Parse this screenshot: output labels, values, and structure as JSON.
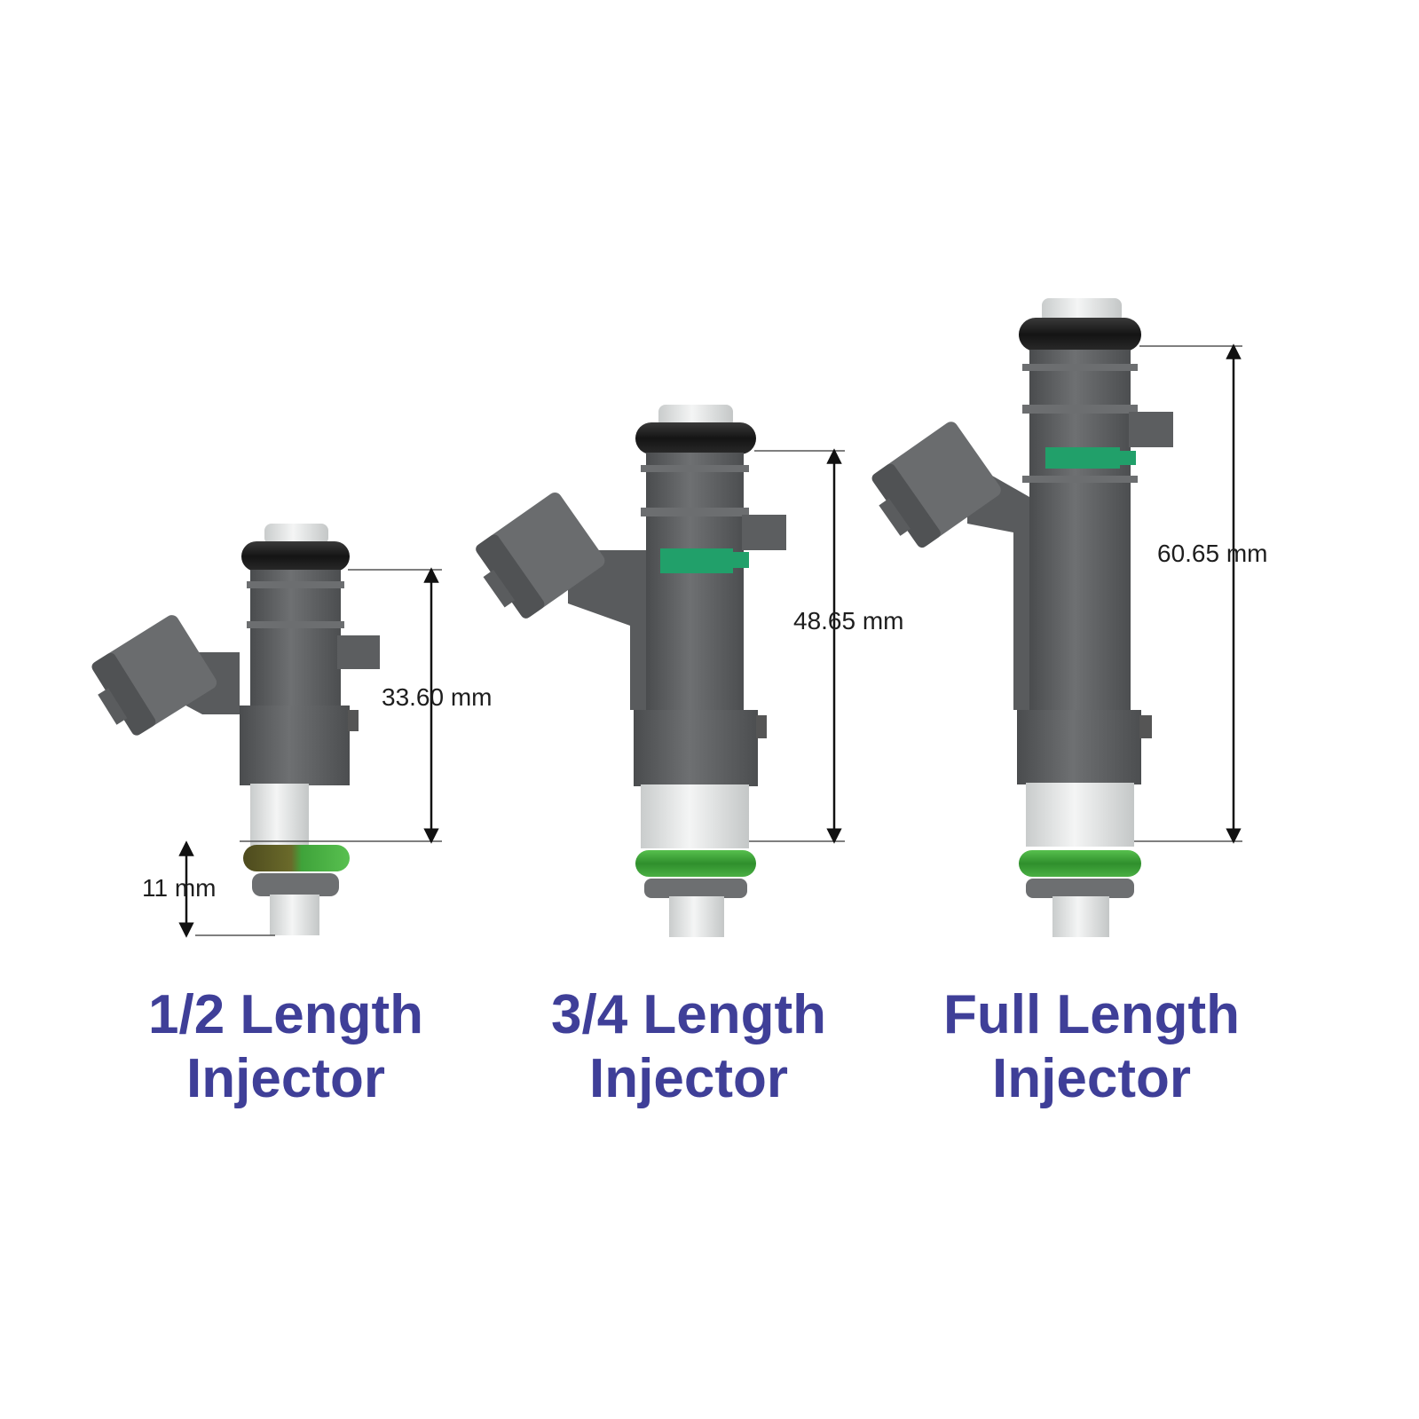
{
  "injectors": [
    {
      "label_line1": "1/2 Length",
      "label_line2": "Injector",
      "dimensions": [
        "33.60 mm",
        "11 mm"
      ]
    },
    {
      "label_line1": "3/4 Length",
      "label_line2": "Injector",
      "dimensions": [
        "48.65 mm"
      ]
    },
    {
      "label_line1": "Full Length",
      "label_line2": "Injector",
      "dimensions": [
        "60.65 mm"
      ]
    }
  ],
  "colors": {
    "caption": "#3f3f98",
    "body_grey": "#5f6163",
    "oring_black": "#1c1c1c",
    "oring_green": "#3da53a",
    "clip_green": "#21a06a",
    "nozzle_light": "#e4e6e6"
  }
}
